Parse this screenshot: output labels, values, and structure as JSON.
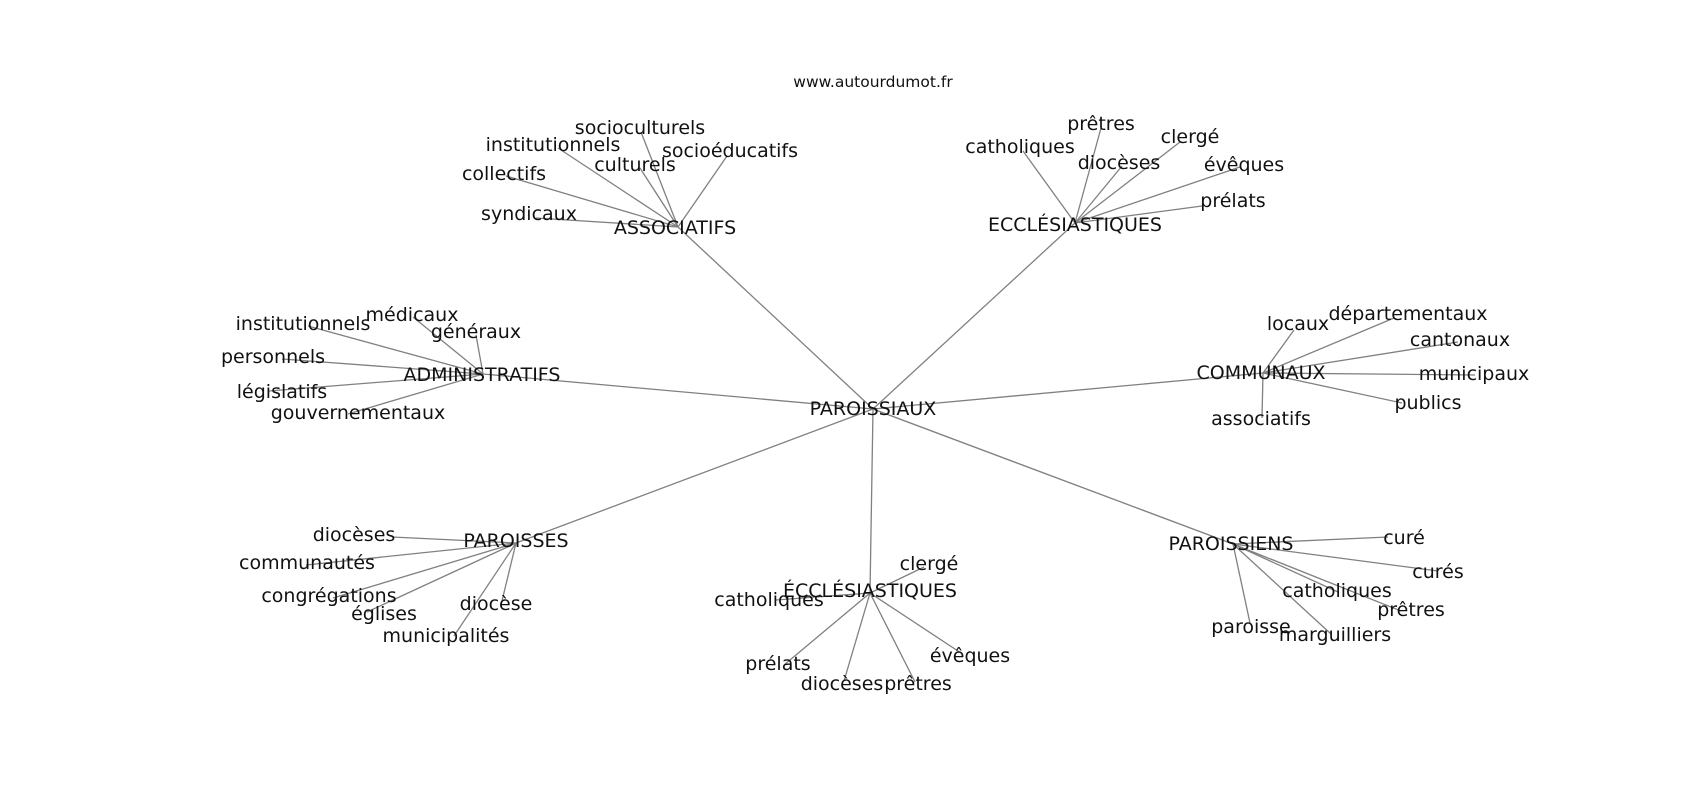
{
  "source": "www.autourdumot.fr",
  "root": "PAROISSIAUX",
  "clusters": [
    {
      "word": "ASSOCIATIFS",
      "leaves": [
        "socioculturels",
        "institutionnels",
        "socioéducatifs",
        "culturels",
        "collectifs",
        "syndicaux"
      ]
    },
    {
      "word": "ECCLÉSIASTIQUES",
      "leaves": [
        "prêtres",
        "catholiques",
        "clergé",
        "diocèses",
        "évêques",
        "prélats"
      ]
    },
    {
      "word": "ADMINISTRATIFS",
      "leaves": [
        "médicaux",
        "institutionnels",
        "généraux",
        "personnels",
        "législatifs",
        "gouvernementaux"
      ]
    },
    {
      "word": "COMMUNAUX",
      "leaves": [
        "locaux",
        "départementaux",
        "cantonaux",
        "municipaux",
        "publics",
        "associatifs"
      ]
    },
    {
      "word": "PAROISSES",
      "leaves": [
        "diocèses",
        "communautés",
        "congrégations",
        "diocèse",
        "églises",
        "municipalités"
      ]
    },
    {
      "word": "ÉCCLÉSIASTIQUES",
      "leaves": [
        "clergé",
        "catholiques",
        "évêques",
        "prélats",
        "diocèses",
        "prêtres"
      ]
    },
    {
      "word": "PAROISSIENS",
      "leaves": [
        "curé",
        "curés",
        "catholiques",
        "prêtres",
        "paroisse",
        "marguilliers"
      ]
    }
  ]
}
